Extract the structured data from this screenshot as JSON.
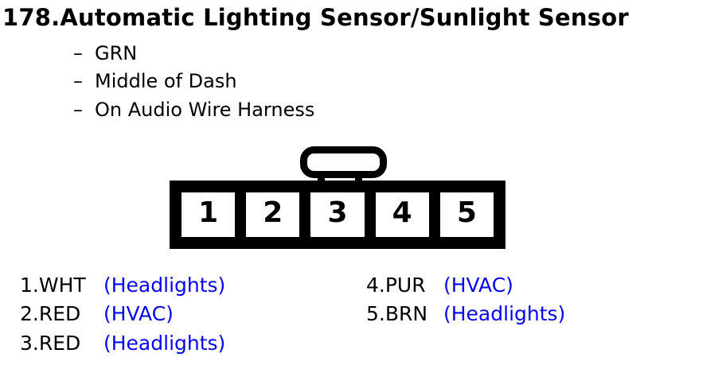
{
  "page": {
    "background": "#ffffff"
  },
  "header": {
    "title": "178.Automatic Lighting Sensor/Sunlight Sensor"
  },
  "notes": [
    {
      "bullet": "–",
      "text": "GRN"
    },
    {
      "bullet": "–",
      "text": "Middle of Dash"
    },
    {
      "bullet": "–",
      "text": "On Audio Wire Harness"
    }
  ],
  "connector": {
    "pins": [
      "1",
      "2",
      "3",
      "4",
      "5"
    ]
  },
  "pin_assignments": {
    "left_column": [
      {
        "pin": "1.WHT",
        "circuit": "(Headlights)"
      },
      {
        "pin": "2.RED",
        "circuit": "(HVAC)"
      },
      {
        "pin": "3.RED",
        "circuit": "(Headlights)"
      }
    ],
    "right_column": [
      {
        "pin": "4.PUR",
        "circuit": "(HVAC)"
      },
      {
        "pin": "5.BRN",
        "circuit": "(Headlights)"
      }
    ]
  },
  "colors": {
    "text-black": "#000000",
    "circuit-blue": "#0505f0",
    "diagram-line": "#000000"
  }
}
